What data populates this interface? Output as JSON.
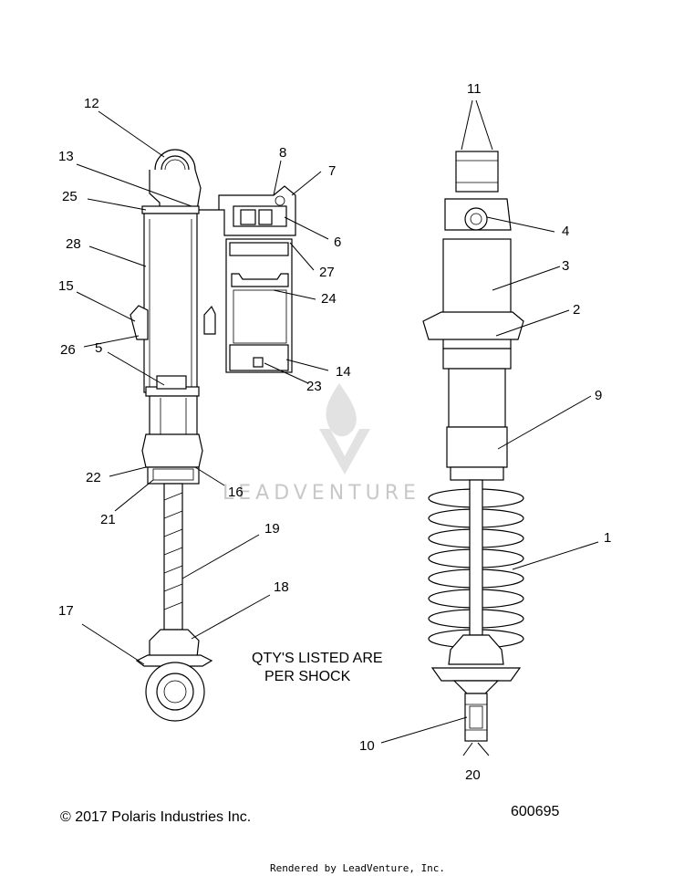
{
  "callouts": [
    {
      "id": "1",
      "label": "1"
    },
    {
      "id": "2",
      "label": "2"
    },
    {
      "id": "3",
      "label": "3"
    },
    {
      "id": "4",
      "label": "4"
    },
    {
      "id": "5",
      "label": "5"
    },
    {
      "id": "6",
      "label": "6"
    },
    {
      "id": "7",
      "label": "7"
    },
    {
      "id": "8",
      "label": "8"
    },
    {
      "id": "9",
      "label": "9"
    },
    {
      "id": "10",
      "label": "10"
    },
    {
      "id": "11",
      "label": "11"
    },
    {
      "id": "12",
      "label": "12"
    },
    {
      "id": "13",
      "label": "13"
    },
    {
      "id": "14",
      "label": "14"
    },
    {
      "id": "15",
      "label": "15"
    },
    {
      "id": "16",
      "label": "16"
    },
    {
      "id": "17",
      "label": "17"
    },
    {
      "id": "18",
      "label": "18"
    },
    {
      "id": "19",
      "label": "19"
    },
    {
      "id": "20",
      "label": "20"
    },
    {
      "id": "21",
      "label": "21"
    },
    {
      "id": "22",
      "label": "22"
    },
    {
      "id": "23",
      "label": "23"
    },
    {
      "id": "24",
      "label": "24"
    },
    {
      "id": "25",
      "label": "25"
    },
    {
      "id": "26",
      "label": "26"
    },
    {
      "id": "27",
      "label": "27"
    },
    {
      "id": "28",
      "label": "28"
    }
  ],
  "note": {
    "line1": "QTY'S LISTED ARE",
    "line2": "PER SHOCK"
  },
  "watermark": "LEADVENTURE",
  "footer": {
    "copyright": "© 2017 Polaris Industries Inc.",
    "diagram_number": "600695"
  },
  "rendered_by": "Rendered by LeadVenture, Inc.",
  "colors": {
    "line": "#000000",
    "watermark": "#c8c8c8",
    "background": "#ffffff"
  }
}
